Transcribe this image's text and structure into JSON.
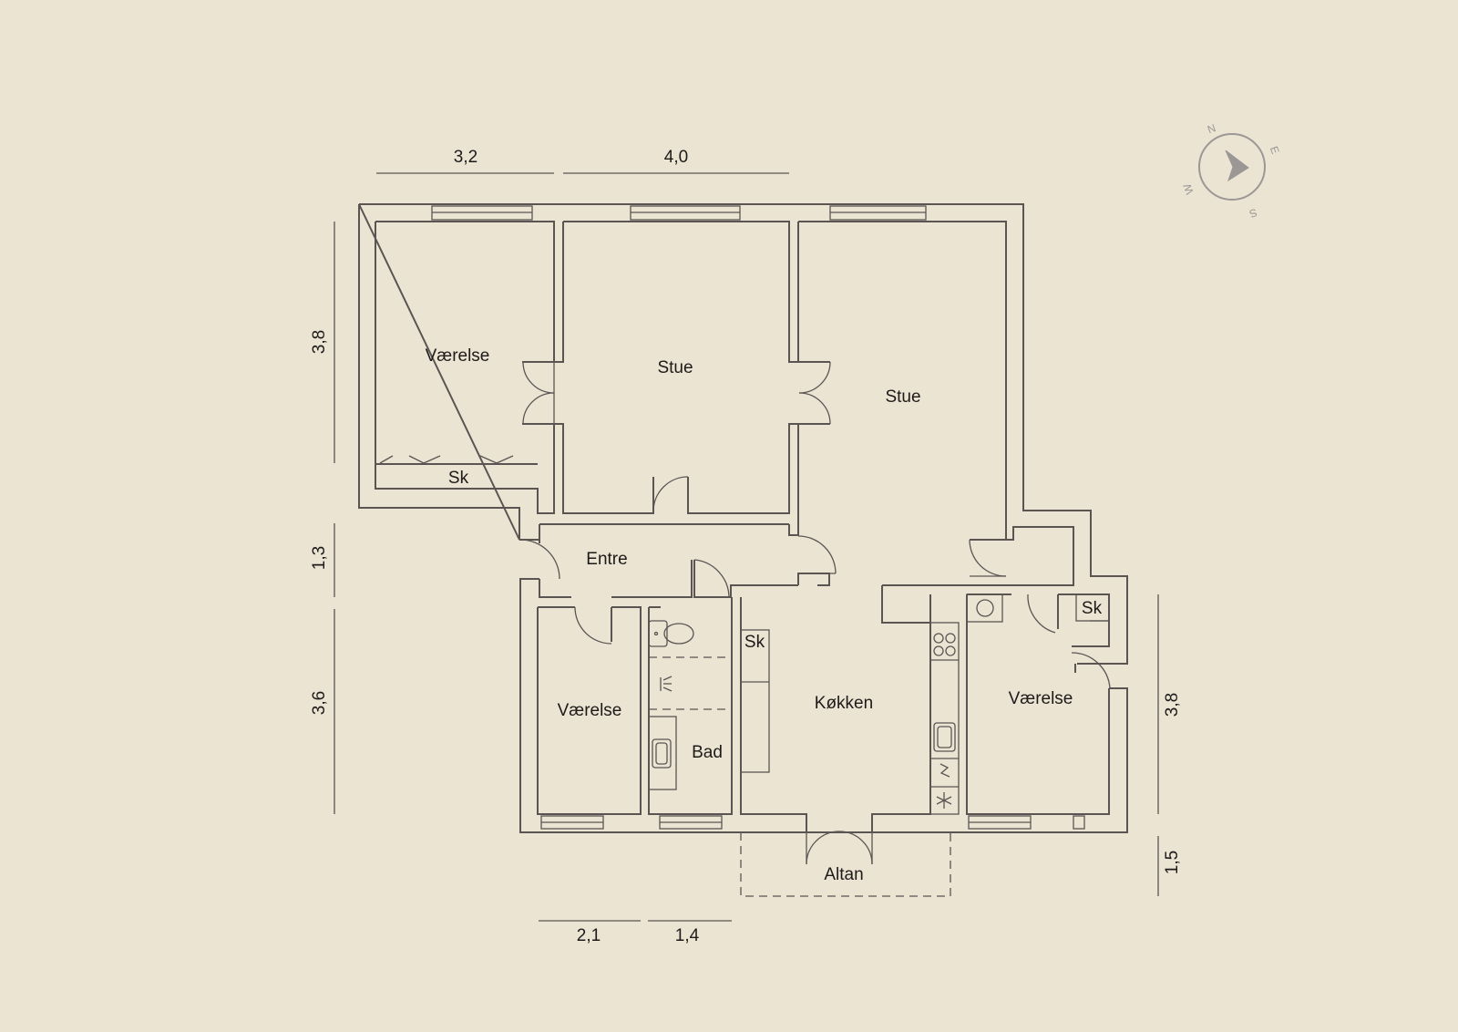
{
  "rooms": {
    "vaerelse_nw": "Værelse",
    "stue_1": "Stue",
    "stue_2": "Stue",
    "sk_nw": "Sk",
    "entre": "Entre",
    "vaerelse_sw": "Værelse",
    "bad": "Bad",
    "sk_kitchen": "Sk",
    "koekken": "Køkken",
    "vaerelse_se": "Værelse",
    "sk_se": "Sk",
    "altan": "Altan"
  },
  "dimensions": {
    "top_1": "3,2",
    "top_2": "4,0",
    "left_1": "3,8",
    "left_2": "1,3",
    "left_3": "3,6",
    "right_1": "3,8",
    "right_2": "1,5",
    "bottom_1": "2,1",
    "bottom_2": "1,4"
  },
  "compass": {
    "n": "N",
    "e": "E",
    "s": "S",
    "w": "W"
  }
}
